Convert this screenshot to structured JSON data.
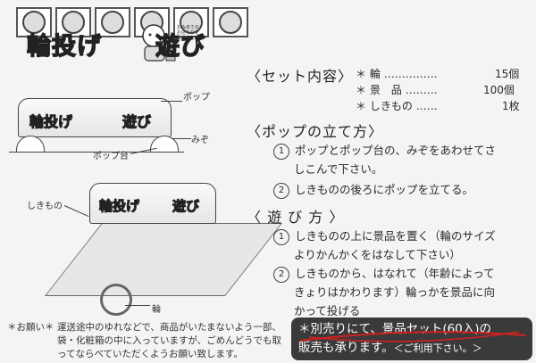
{
  "title": {
    "part1": "輪投げ",
    "part2": "遊び",
    "stamp_note": "おみあての お店らりを もあしてね"
  },
  "illustration": {
    "pop_label": "ポップ",
    "slit_label": "みぞ",
    "stand_label": "ポップ台",
    "mat_label": "しきもの",
    "ring_label": "輪",
    "pop_text1": "輪投げ",
    "pop_text2": "遊び"
  },
  "contents": {
    "heading": "〈セット内容〉",
    "items": [
      {
        "mark": "＊",
        "name": "輪",
        "dots": "……………",
        "qty": "15個"
      },
      {
        "mark": "＊",
        "name": "景　品",
        "dots": "………",
        "qty": "100個"
      },
      {
        "mark": "＊",
        "name": "しきもの",
        "dots": "……",
        "qty": "1枚"
      }
    ]
  },
  "setup": {
    "heading": "〈ポップの立て方〉",
    "steps": [
      {
        "num": "1",
        "line1": "ポップとポップ台の、みぞをあわせてさ",
        "line2": "しこんで下さい。"
      },
      {
        "num": "2",
        "line1": "しきものの後ろにポップを立てる。",
        "line2": ""
      }
    ]
  },
  "howto": {
    "heading": "〈 遊 び 方 〉",
    "steps": [
      {
        "num": "1",
        "line1": "しきものの上に景品を置く（輪のサイズ",
        "line2": "よりかんかくをはなして下さい）"
      },
      {
        "num": "2",
        "line1": "しきものから、はなれて（年齢によって",
        "line2": "きょりはかわります）輪っかを景品に向",
        "line3": "かって投げる"
      }
    ]
  },
  "notice": {
    "label": "＊お願い＊",
    "text": "運送途中のゆれなどで、商品がいたまないよう一部、袋・化粧箱の中に入っていますが、ごめんどうでも取ってならべていただくようお願い致します。"
  },
  "promo": {
    "line1": "＊別売りにて、景品セット(60入)の",
    "line2": "販売も承ります。",
    "line2_small": "＜ご利用下さい。＞"
  }
}
